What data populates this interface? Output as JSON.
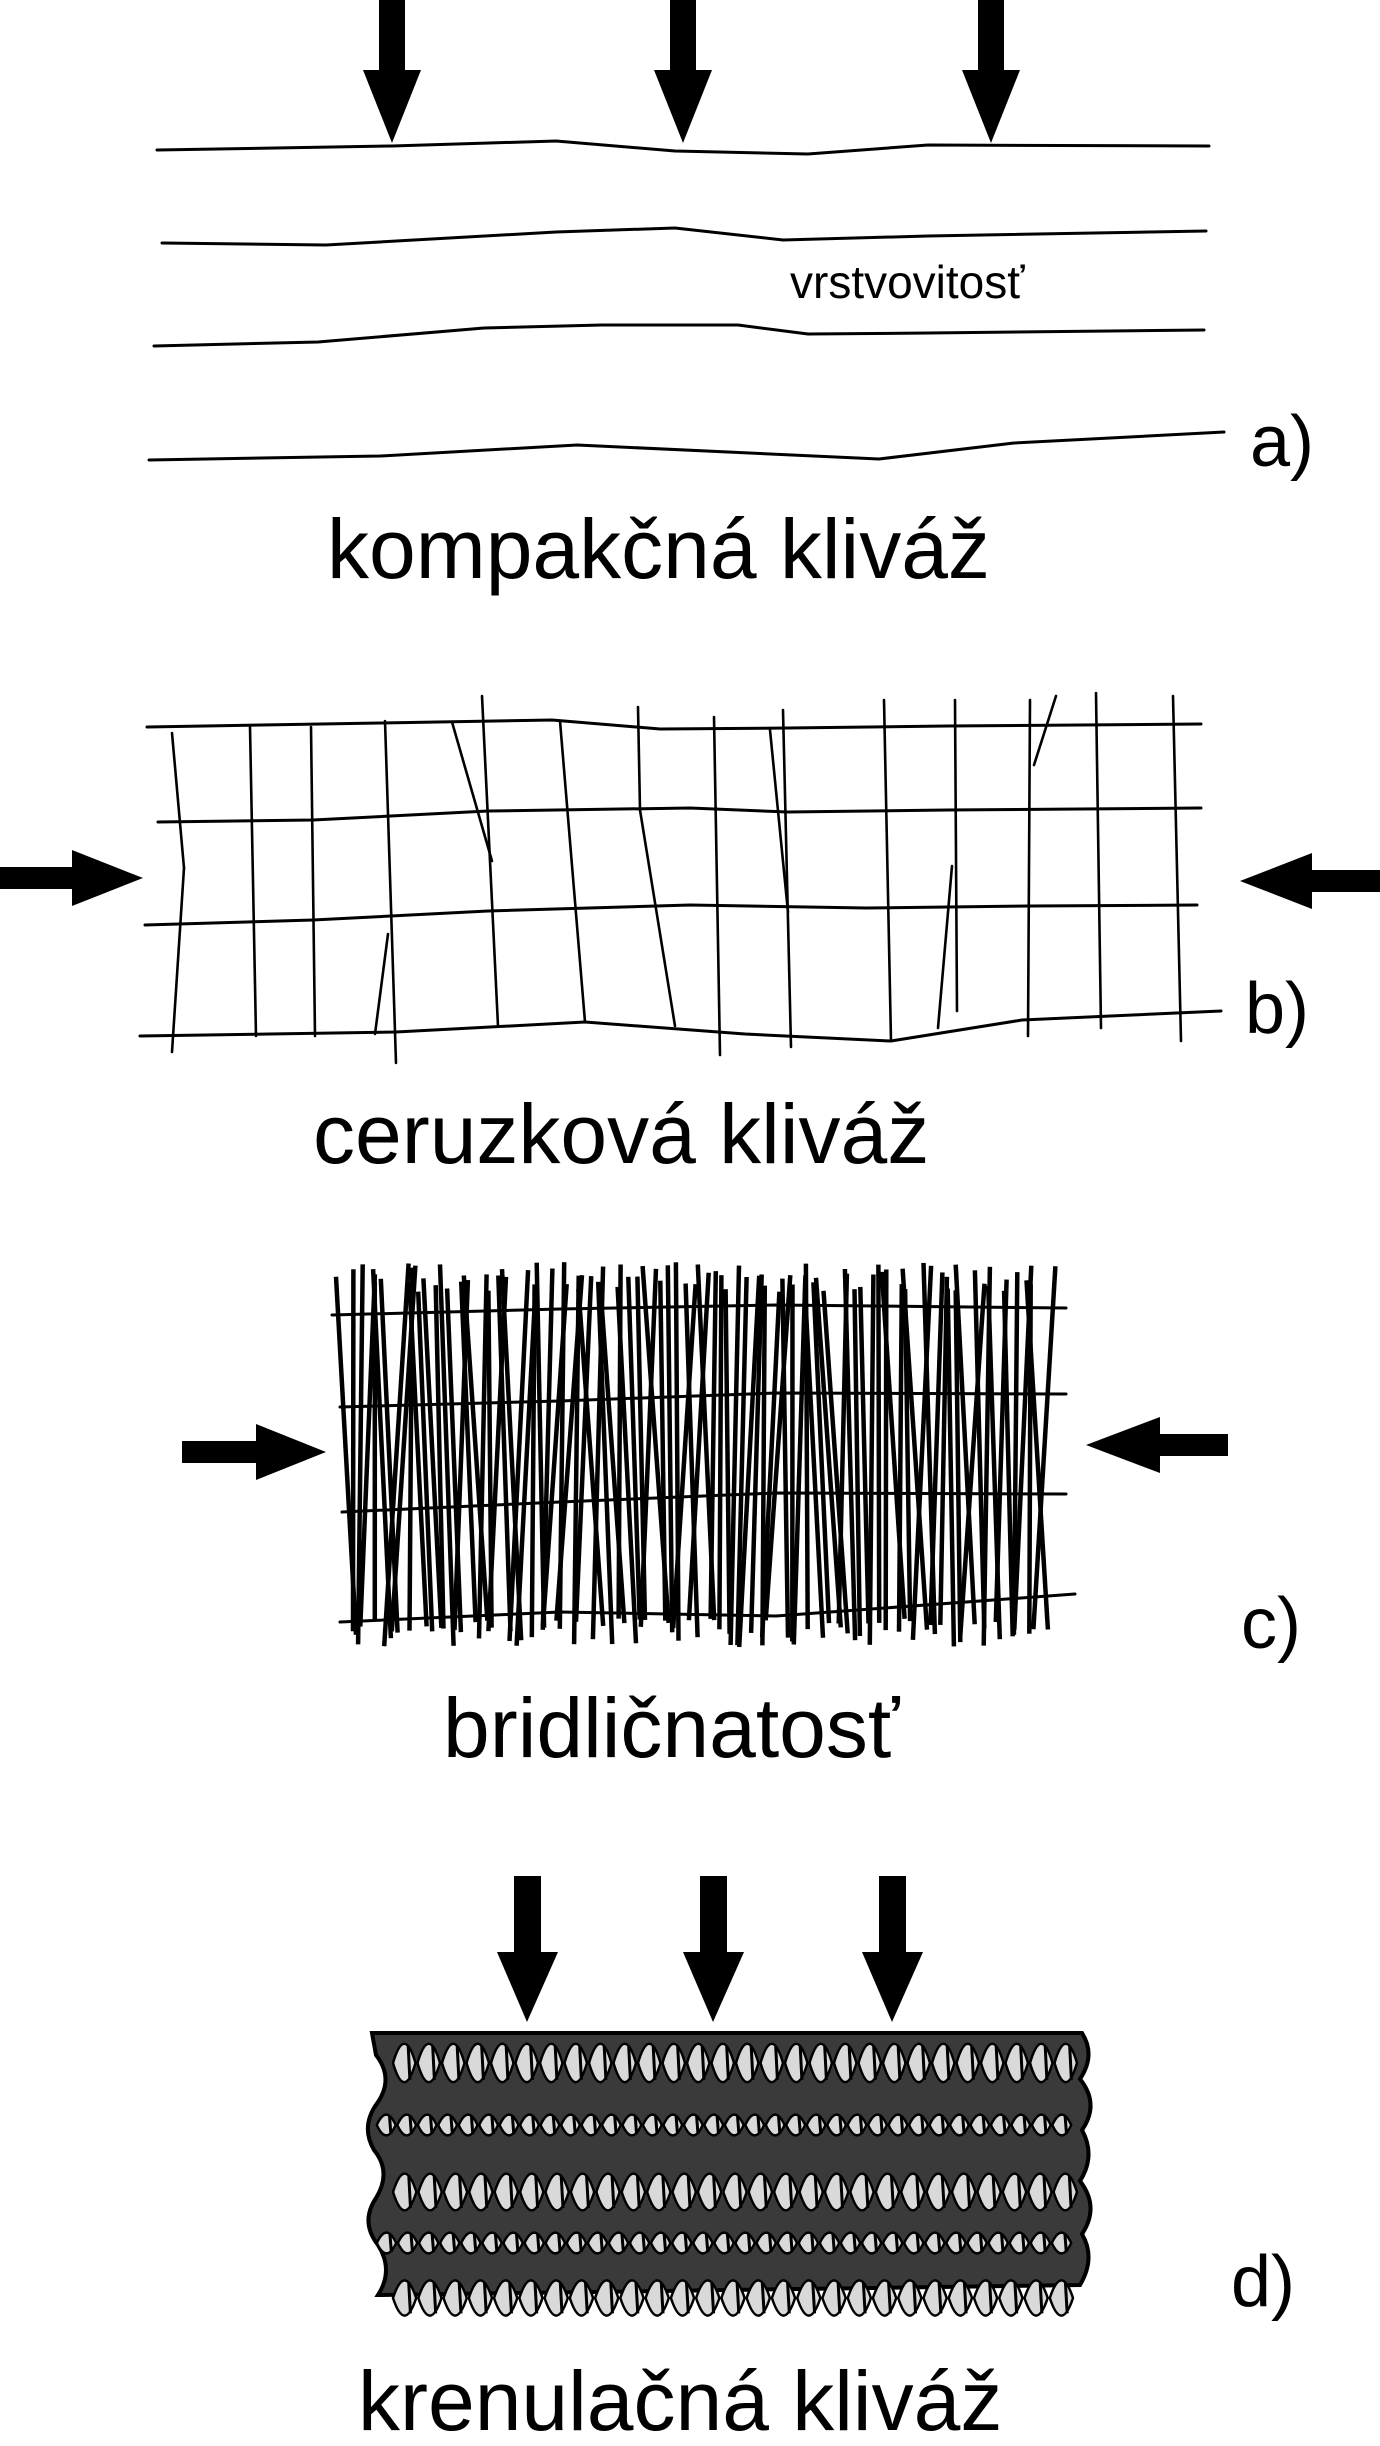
{
  "panels": [
    {
      "letter": "a)",
      "title": "kompakčná kliváž",
      "annotation": "vrstvovitosť"
    },
    {
      "letter": "b)",
      "title": "ceruzková kliváž"
    },
    {
      "letter": "c)",
      "title": "bridličnatosť"
    },
    {
      "letter": "d)",
      "title": "krenulačná kliváž"
    }
  ],
  "colors": {
    "line": "#000000",
    "band_dark": "#3a3a3a",
    "band_light": "#d9d9d9"
  },
  "icons": [
    "arrow-down-icon",
    "arrow-right-icon",
    "arrow-left-icon"
  ]
}
